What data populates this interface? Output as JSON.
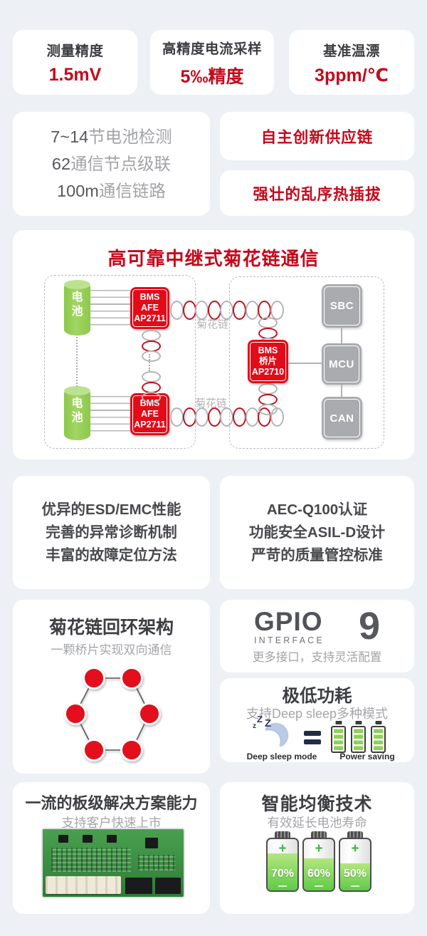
{
  "colors": {
    "background": "#edf1f6",
    "accent_red": "#c5081a",
    "chip_red": "#e30b18",
    "battery_green": "#8cc84b",
    "text_dark": "#3d3e42",
    "text_gray": "#a2a3a7"
  },
  "stats": [
    {
      "title": "测量精度",
      "value": "1.5mV"
    },
    {
      "title": "高精度电流采样",
      "value": "5‰精度"
    },
    {
      "title": "基准温漂",
      "value": "3ppm/℃"
    }
  ],
  "specs": {
    "lines": [
      {
        "num": "7~14",
        "text": "节电池检测"
      },
      {
        "num": "62",
        "text": "通信节点级联"
      },
      {
        "num": "100m",
        "text": "通信链路"
      }
    ]
  },
  "highlights": [
    {
      "label": "自主创新供应链"
    },
    {
      "label": "强壮的乱序热插拔"
    }
  ],
  "diagram": {
    "title": "高可靠中继式菊花链通信",
    "battery": "电池",
    "afe": [
      "BMS",
      "AFE",
      "AP2711"
    ],
    "bridge": [
      "BMS",
      "桥片",
      "AP2710"
    ],
    "daisy": "菊花链",
    "nodes": [
      "SBC",
      "MCU",
      "CAN"
    ]
  },
  "features": [
    {
      "lines": [
        "优异的ESD/EMC性能",
        "完善的异常诊断机制",
        "丰富的故障定位方法"
      ]
    },
    {
      "lines": [
        "AEC-Q100认证",
        "功能安全ASIL-D设计",
        "严苛的质量管控标准"
      ]
    }
  ],
  "loop": {
    "title": "菊花链回环架构",
    "subtitle": "一颗桥片实现双向通信"
  },
  "gpio": {
    "name": "GPIO",
    "sub": "INTERFACE",
    "count": "9",
    "caption": "更多接口，支持灵活配置"
  },
  "power": {
    "title": "极低功耗",
    "subtitle": "支持Deep sleep多种模式",
    "sleep_label": "Deep sleep mode",
    "equals": "=",
    "saving_label": "Power saving"
  },
  "board": {
    "title": "一流的板级解决方案能力",
    "subtitle": "支持客户快速上市"
  },
  "balance": {
    "title": "智能均衡技术",
    "subtitle": "有效延长电池寿命",
    "levels": [
      "70%",
      "60%",
      "50%"
    ]
  }
}
